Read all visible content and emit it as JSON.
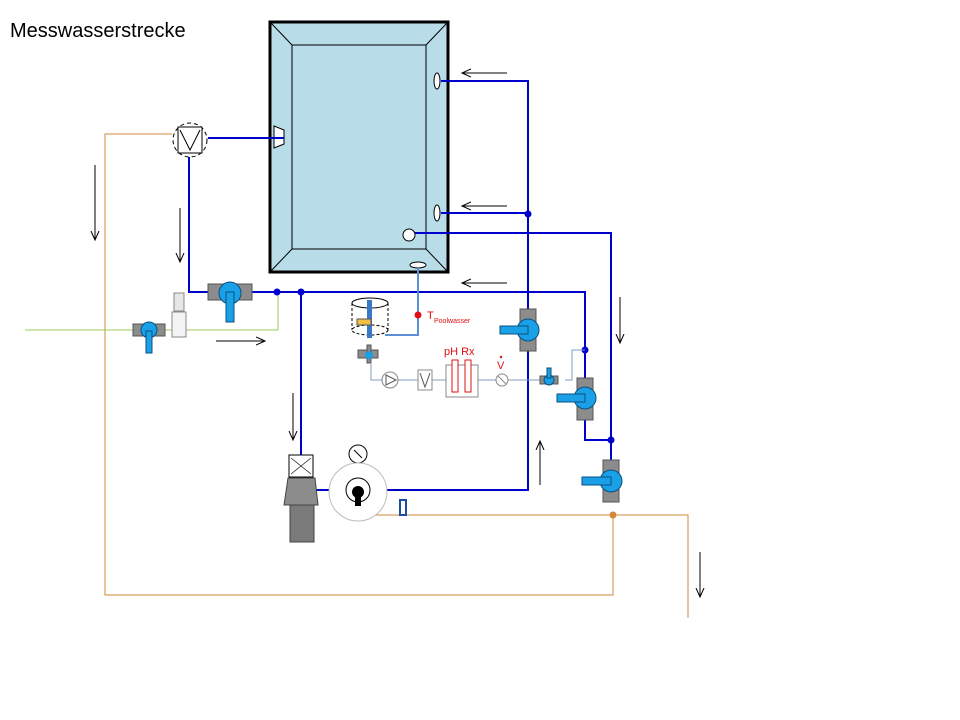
{
  "title": "Messwasserstrecke",
  "labels": {
    "temp_main": "T",
    "temp_sub": "Poolwasser",
    "ph_rx": "pH Rx",
    "flow": "V"
  },
  "colors": {
    "pipe_main": "#0000cc",
    "pipe_light": "#5b8fd6",
    "pipe_drain": "#d2883a",
    "pipe_green": "#9acd5a",
    "valve": "#1aa0e6",
    "valve_body": "#8c8c8c",
    "pool_fill": "#b9dde8",
    "sensor_red": "#e01010"
  },
  "icons": [
    "pool-basin",
    "strainer-icon",
    "ball-valve-icon",
    "solenoid-valve-icon",
    "pump-icon",
    "pressure-gauge-icon",
    "filter-icon",
    "ph-rx-probe-icon",
    "flowmeter-icon",
    "temperature-sensor-icon",
    "flow-arrow-icon"
  ]
}
